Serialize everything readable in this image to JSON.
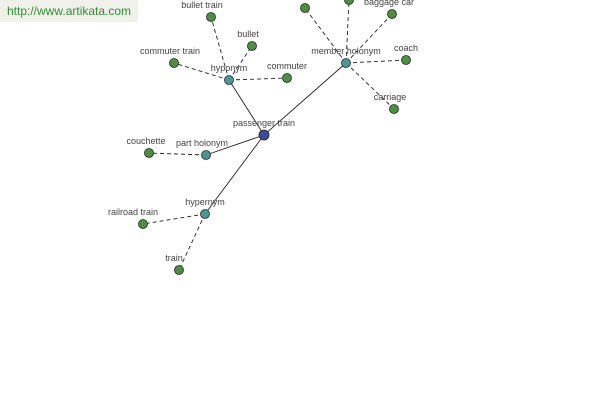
{
  "watermark": {
    "text": "http://www.artikata.com"
  },
  "colors": {
    "center": "#3d4a98",
    "relation": "#4e9696",
    "term": "#4f8c44",
    "edge": "#222222"
  },
  "graph": {
    "center": {
      "id": "passenger-train",
      "label": "passenger train"
    },
    "relations": [
      {
        "id": "hyponym",
        "label": "hyponym",
        "terms": [
          {
            "id": "bullet-train",
            "label": "bullet train"
          },
          {
            "id": "bullet",
            "label": "bullet"
          },
          {
            "id": "commuter-train",
            "label": "commuter train"
          },
          {
            "id": "commuter",
            "label": "commuter"
          }
        ]
      },
      {
        "id": "member-holonym",
        "label": "member holonym",
        "terms": [
          {
            "id": "member-term-top",
            "label": ""
          },
          {
            "id": "member-term-top-2",
            "label": ""
          },
          {
            "id": "baggage-car",
            "label": "baggage car"
          },
          {
            "id": "coach",
            "label": "coach"
          },
          {
            "id": "carriage",
            "label": "carriage"
          }
        ]
      },
      {
        "id": "part-holonym",
        "label": "part holonym",
        "terms": [
          {
            "id": "couchette",
            "label": "couchette"
          }
        ]
      },
      {
        "id": "hypernym",
        "label": "hypernym",
        "terms": [
          {
            "id": "railroad-train",
            "label": "railroad train"
          },
          {
            "id": "train",
            "label": "train"
          }
        ]
      }
    ]
  }
}
